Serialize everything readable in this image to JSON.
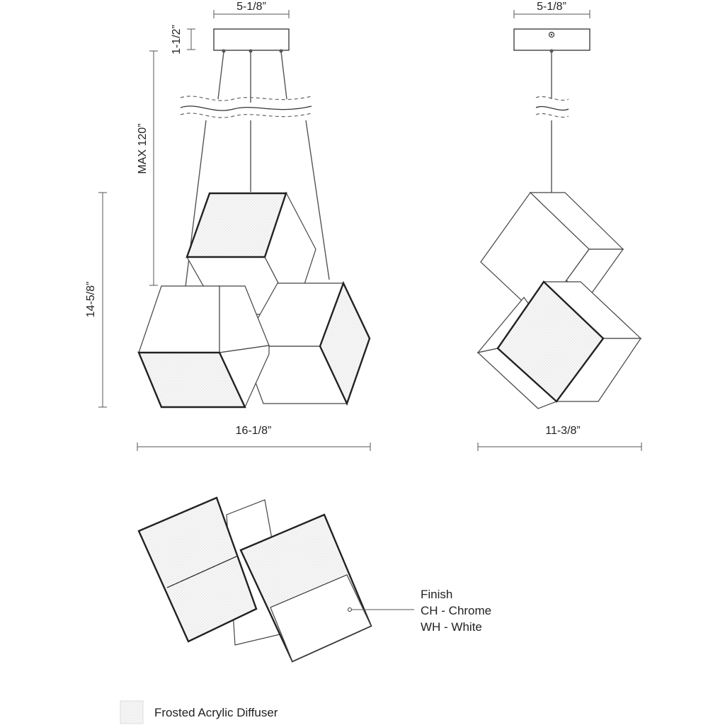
{
  "dimensions": {
    "canopy_width_front": "5-1/8”",
    "canopy_height": "1-1/2”",
    "max_drop": "MAX 120”",
    "body_height": "14-5/8”",
    "body_width_front": "16-1/8”",
    "canopy_width_side": "5-1/8”",
    "body_width_side": "11-3/8”"
  },
  "finish": {
    "heading": "Finish",
    "options": [
      "CH - Chrome",
      "WH - White"
    ]
  },
  "legend": {
    "label": "Frosted Acrylic Diffuser"
  }
}
